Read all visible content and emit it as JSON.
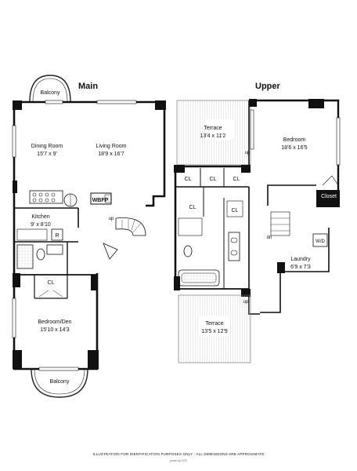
{
  "plans": {
    "main": {
      "title": "Main",
      "rooms": {
        "balcony_top": "Balcony",
        "dining_name": "Dining Room",
        "dining_dim": "15'7 x 9'",
        "living_name": "Living Room",
        "living_dim": "18'9 x 16'7",
        "wbfp": "WBFP",
        "kitchen_name": "Kitchen",
        "kitchen_dim": "9' x 8'10",
        "r_mark": "R",
        "cl": "CL",
        "up": "up",
        "bedroom_den_name": "Bedroom/Den",
        "bedroom_den_dim": "15'10 x 14'3",
        "balcony_bottom": "Balcony"
      }
    },
    "upper": {
      "title": "Upper",
      "rooms": {
        "terrace_top_name": "Terrace",
        "terrace_top_dim": "13'4 x 11'2",
        "bedroom_name": "Bedroom",
        "bedroom_dim": "18'6 x 16'5",
        "closet": "Closet",
        "cl1": "CL",
        "cl2": "CL",
        "cl3": "CL",
        "cl4": "CL",
        "cl5": "CL",
        "up1": "up",
        "up2": "up",
        "dn": "dn",
        "wd": "W/D",
        "laundry_name": "Laundry",
        "laundry_dim": "6'9 x 7'3",
        "terrace_bottom_name": "Terrace",
        "terrace_bottom_dim": "13'5 x 12'9"
      }
    }
  },
  "footer": {
    "disclaimer": "ILLUSTRATION FOR IDENTIFICATION PURPOSES ONLY · ALL DIMENSIONS ARE APPROXIMATE",
    "credit": "plans by DOT"
  }
}
